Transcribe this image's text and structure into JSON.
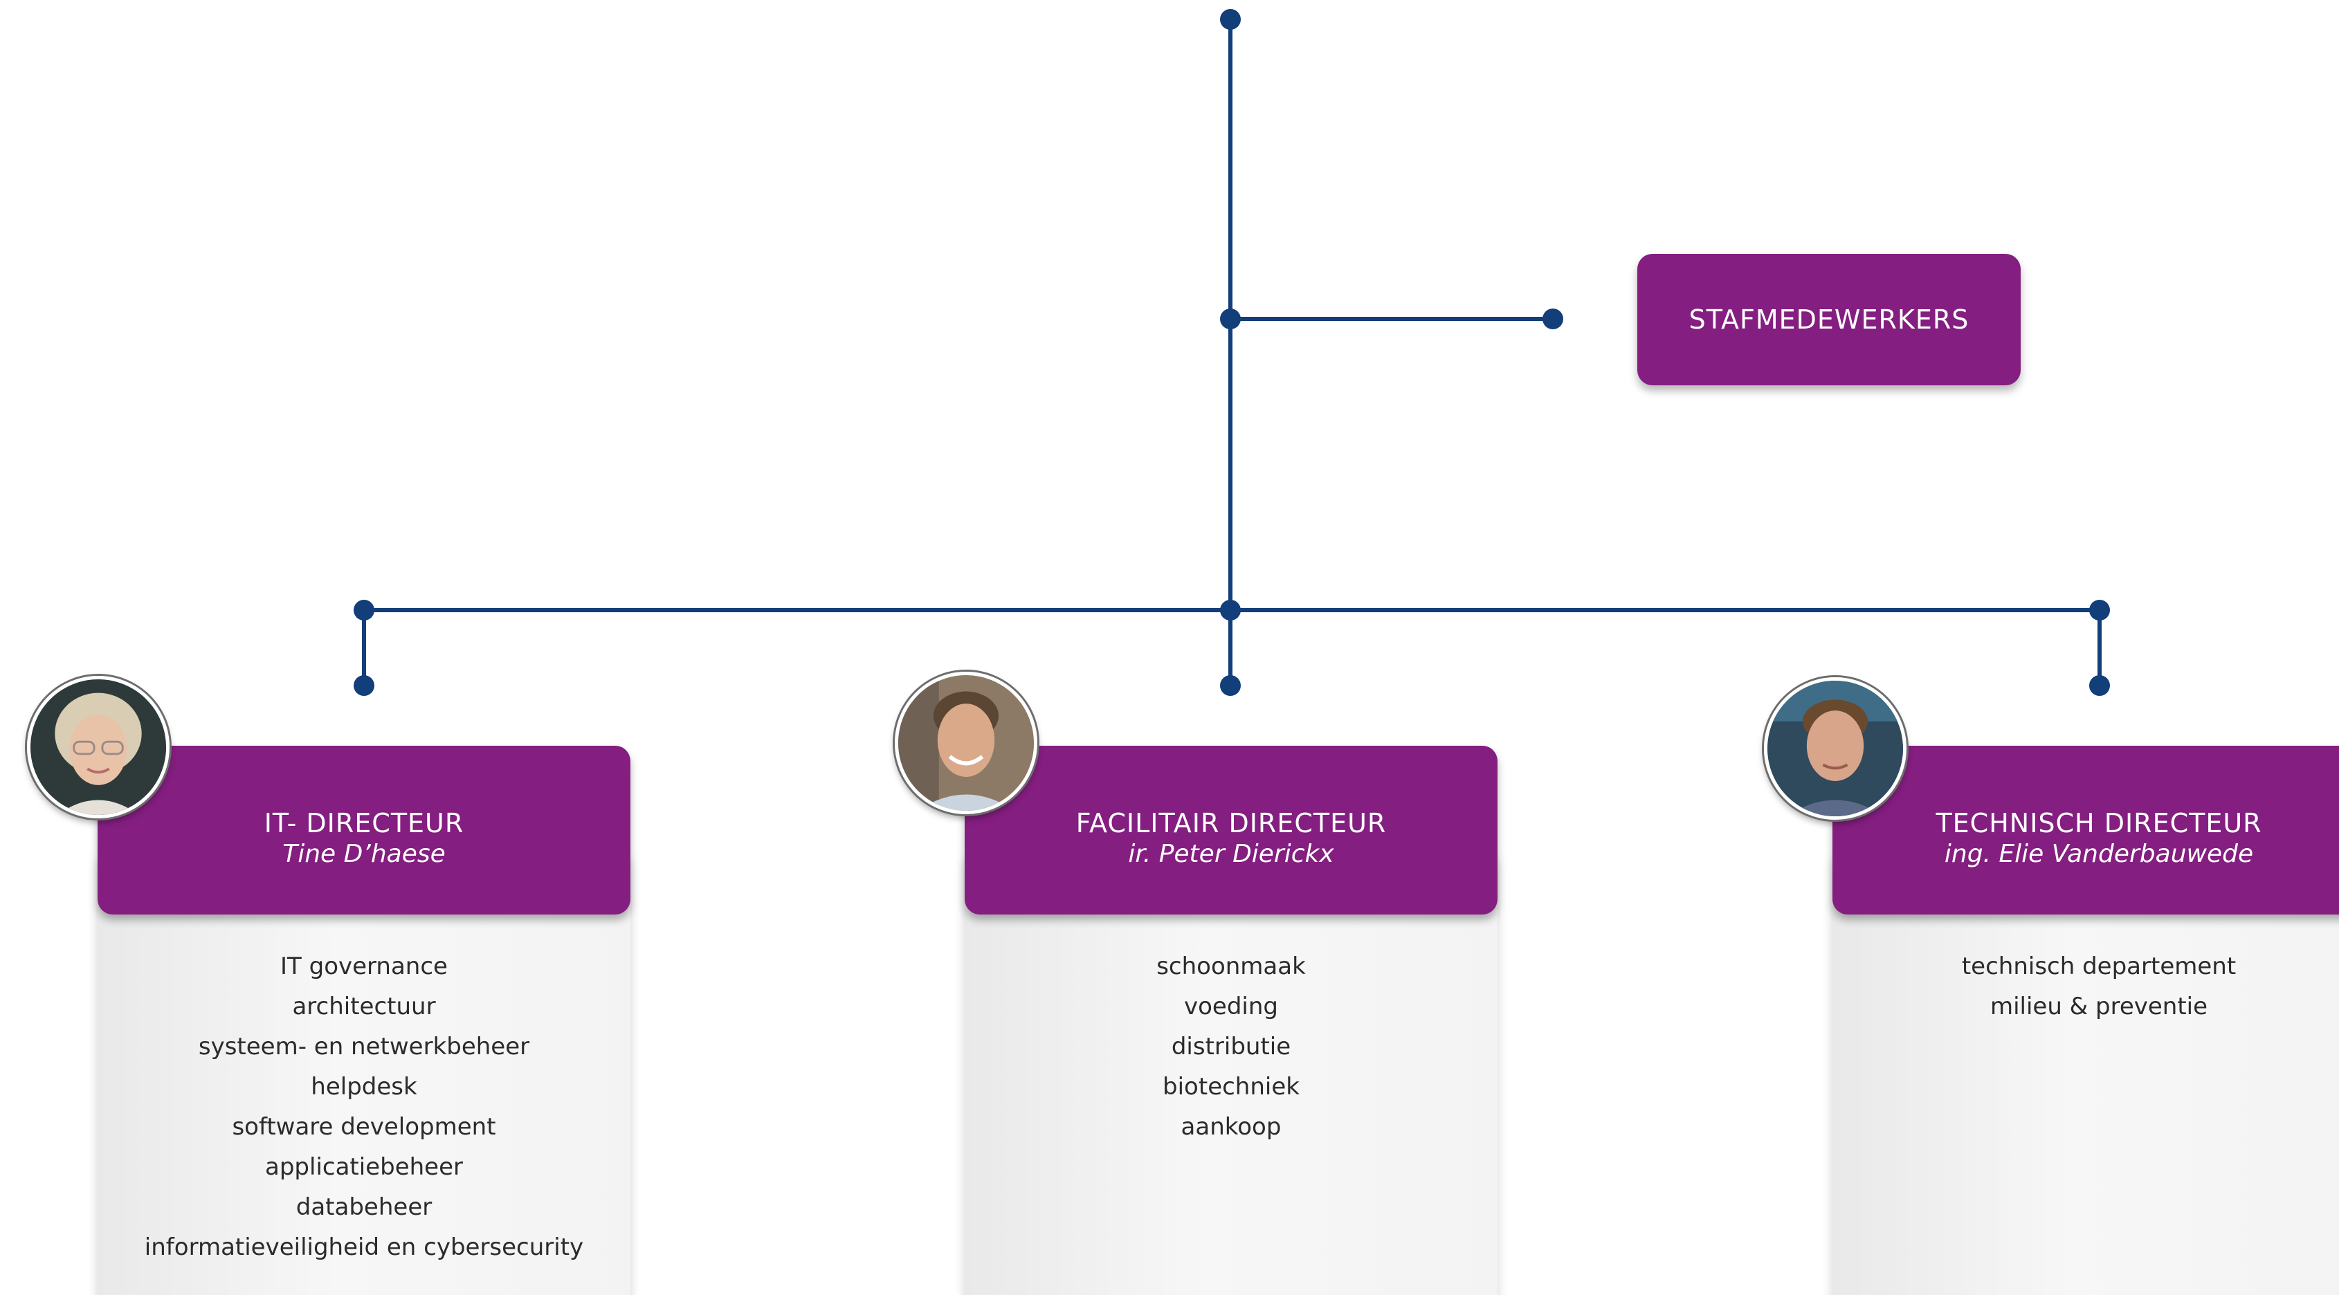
{
  "staff": {
    "label": "STAFMEDEWERKERS"
  },
  "departments": [
    {
      "title": "IT- DIRECTEUR",
      "person": "Tine D’haese",
      "tasks": [
        "IT governance",
        "architectuur",
        "systeem- en netwerkbeheer",
        "helpdesk",
        "software development",
        "applicatiebeheer",
        "databeheer",
        "informatieveiligheid en cybersecurity"
      ]
    },
    {
      "title": "FACILITAIR DIRECTEUR",
      "person": "ir. Peter Dierickx",
      "tasks": [
        "schoonmaak",
        "voeding",
        "distributie",
        "biotechniek",
        "aankoop"
      ]
    },
    {
      "title": "TECHNISCH DIRECTEUR",
      "person": "ing. Elie Vanderbauwede",
      "tasks": [
        "technisch departement",
        "milieu & preventie"
      ]
    }
  ],
  "colors": {
    "box": "#841e80",
    "line": "#123e7a"
  }
}
